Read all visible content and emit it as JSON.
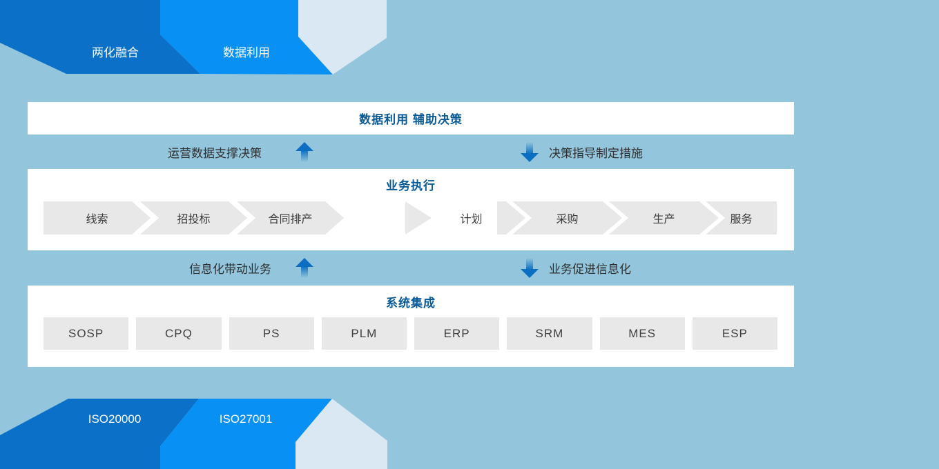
{
  "colors": {
    "background": "#93c5dc",
    "banner_dark": "#0b70c8",
    "banner_bright": "#0990f4",
    "banner_light": "#d9e8f2",
    "band_background": "#ffffff",
    "title_blue": "#085a97",
    "chevron_gray": "#e8e8e8",
    "arrow_blue": "#0b6ec1"
  },
  "top_banner": {
    "tab1": "两化融合",
    "tab2": "数据利用"
  },
  "decision_layer": {
    "title": "数据利用 辅助决策"
  },
  "flow_row_1": {
    "up_text": "运营数据支撑决策",
    "down_text": "决策指导制定措施"
  },
  "execution_layer": {
    "title": "业务执行",
    "steps_left": [
      "线索",
      "招投标",
      "合同排产"
    ],
    "step_mid": "计划",
    "steps_right": [
      "采购",
      "生产",
      "服务"
    ]
  },
  "flow_row_2": {
    "up_text": "信息化带动业务",
    "down_text": "业务促进信息化"
  },
  "integration_layer": {
    "title": "系统集成",
    "systems": [
      "SOSP",
      "CPQ",
      "PS",
      "PLM",
      "ERP",
      "SRM",
      "MES",
      "ESP"
    ]
  },
  "bottom_banner": {
    "tab1": "ISO20000",
    "tab2": "ISO27001"
  }
}
